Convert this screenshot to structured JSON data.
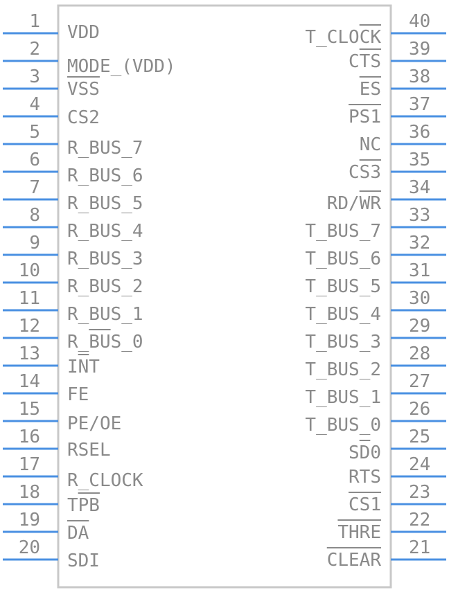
{
  "component": {
    "left_pins": [
      {
        "number": "1",
        "name": "VDD"
      },
      {
        "number": "2",
        "name": "MODE_(VDD)"
      },
      {
        "number": "3",
        "name": "VSS"
      },
      {
        "number": "4",
        "name": "CS2"
      },
      {
        "number": "5",
        "name": "R_BUS_7"
      },
      {
        "number": "6",
        "name": "R_BUS_6"
      },
      {
        "number": "7",
        "name": "R_BUS_5"
      },
      {
        "number": "8",
        "name": "R_BUS_4"
      },
      {
        "number": "9",
        "name": "R_BUS_3"
      },
      {
        "number": "10",
        "name": "R_BUS_2"
      },
      {
        "number": "11",
        "name": "R_BUS_1"
      },
      {
        "number": "12",
        "name": "R_BUS_0"
      },
      {
        "number": "13",
        "name": "INT"
      },
      {
        "number": "14",
        "name": "FE"
      },
      {
        "number": "15",
        "name": "PE/OE"
      },
      {
        "number": "16",
        "name": "RSEL"
      },
      {
        "number": "17",
        "name": "R_CLOCK"
      },
      {
        "number": "18",
        "name": "TPB"
      },
      {
        "number": "19",
        "name": "DA"
      },
      {
        "number": "20",
        "name": "SDI"
      }
    ],
    "right_pins": [
      {
        "number": "40",
        "name": "T_CLOCK"
      },
      {
        "number": "39",
        "name": "CTS"
      },
      {
        "number": "38",
        "name": "ES"
      },
      {
        "number": "37",
        "name": "PS1"
      },
      {
        "number": "36",
        "name": "NC"
      },
      {
        "number": "35",
        "name": "CS3"
      },
      {
        "number": "34",
        "name": "RD/WR"
      },
      {
        "number": "33",
        "name": "T_BUS_7"
      },
      {
        "number": "32",
        "name": "T_BUS_6"
      },
      {
        "number": "31",
        "name": "T_BUS_5"
      },
      {
        "number": "30",
        "name": "T_BUS_4"
      },
      {
        "number": "29",
        "name": "T_BUS_3"
      },
      {
        "number": "28",
        "name": "T_BUS_2"
      },
      {
        "number": "27",
        "name": "T_BUS_1"
      },
      {
        "number": "26",
        "name": "T_BUS_0"
      },
      {
        "number": "25",
        "name": "SD0"
      },
      {
        "number": "24",
        "name": "RTS"
      },
      {
        "number": "23",
        "name": "CS1"
      },
      {
        "number": "22",
        "name": "THRE"
      },
      {
        "number": "21",
        "name": "CLEAR"
      }
    ]
  },
  "colors": {
    "pin_line": "#4a90e2",
    "body_outline": "#c8c8c8",
    "text": "#8a8a8a"
  }
}
